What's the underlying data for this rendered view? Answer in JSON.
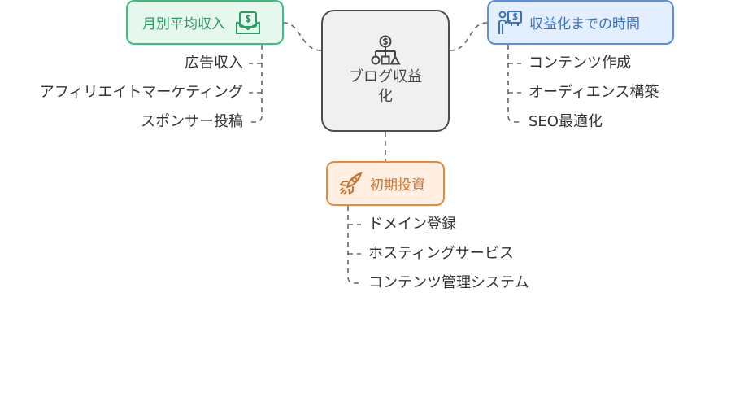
{
  "center": {
    "title_line1": "ブログ収益",
    "title_line2": "化",
    "icon": "hierarchy-dollar-icon"
  },
  "branches": {
    "monthly_income": {
      "label": "月別平均収入",
      "icon": "cash-envelope-icon",
      "color": "#3bbf7f",
      "items": [
        "広告収入",
        "アフィリエイトマーケティング",
        "スポンサー投稿"
      ]
    },
    "time_to_monetize": {
      "label": "収益化までの時間",
      "icon": "presenter-dollar-icon",
      "color": "#5a8fe0",
      "items": [
        "コンテンツ作成",
        "オーディエンス構築",
        "SEO最適化"
      ]
    },
    "initial_investment": {
      "label": "初期投資",
      "icon": "rocket-icon",
      "color": "#e88a3c",
      "items": [
        "ドメイン登録",
        "ホスティングサービス",
        "コンテンツ管理システム"
      ]
    }
  }
}
